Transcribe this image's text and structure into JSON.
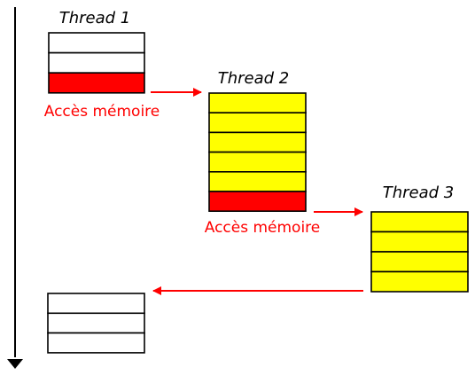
{
  "colors": {
    "empty": "#ffffff",
    "work": "#ffff00",
    "memory_access": "#ff0000",
    "arrow_red": "#ff0000",
    "timeline": "#000000"
  },
  "threads": [
    {
      "title": "Thread 1",
      "cells": [
        "empty",
        "empty",
        "memory_access"
      ]
    },
    {
      "title": "Thread 2",
      "cells": [
        "work",
        "work",
        "work",
        "work",
        "work",
        "memory_access"
      ]
    },
    {
      "title": "Thread 3",
      "cells": [
        "work",
        "work",
        "work",
        "work"
      ]
    },
    {
      "title": "",
      "cells": [
        "empty",
        "empty",
        "empty"
      ]
    }
  ],
  "access_labels": [
    "Accès mémoire",
    "Accès mémoire"
  ],
  "timeline_icon": "down-arrow-icon"
}
